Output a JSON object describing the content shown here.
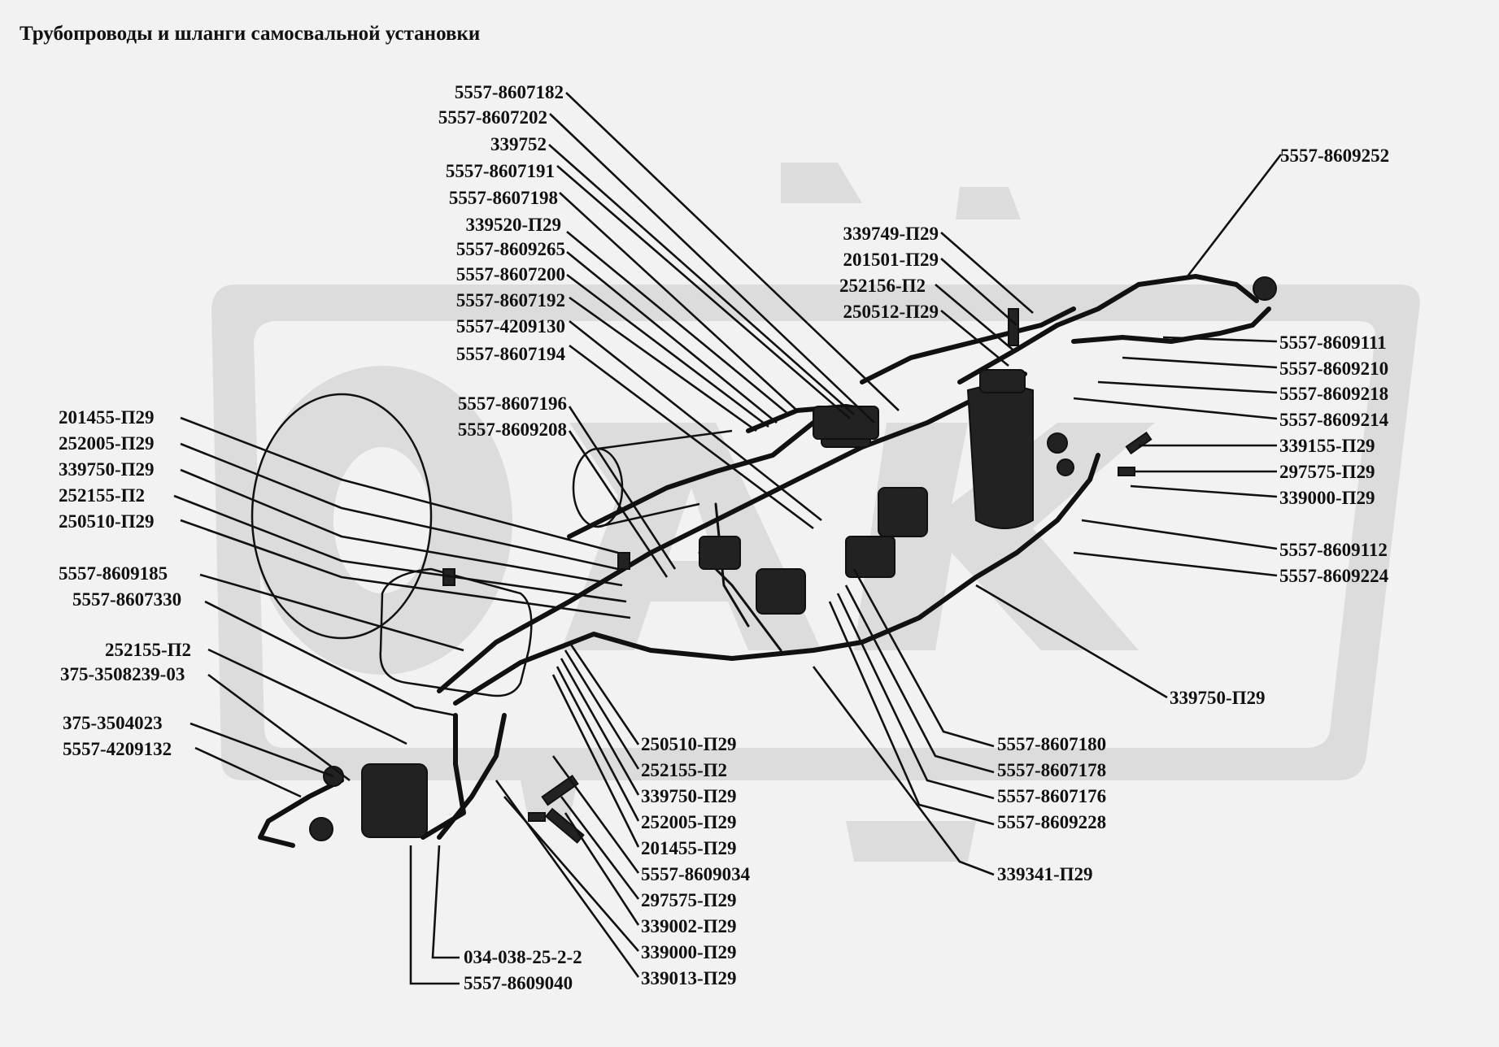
{
  "title": "Трубопроводы и шланги самосвальной установки",
  "watermark": {
    "text": "ОАК",
    "color": "#d9d9d9"
  },
  "labels": {
    "l_8607182": "5557-8607182",
    "l_8607202": "5557-8607202",
    "l_339752": "339752",
    "l_8607191": "5557-8607191",
    "l_8607198": "5557-8607198",
    "l_339520": "339520-П29",
    "l_8609265": "5557-8609265",
    "l_8607200": "5557-8607200",
    "l_8607192": "5557-8607192",
    "l_4209130": "5557-4209130",
    "l_8607194": "5557-8607194",
    "l_8607196": "5557-8607196",
    "l_8609208": "5557-8609208",
    "l_201455_a": "201455-П29",
    "l_252005_a": "252005-П29",
    "l_339750_a": "339750-П29",
    "l_252155_a": "252155-П2",
    "l_250510_a": "250510-П29",
    "l_8609185": "5557-8609185",
    "l_8607330": "5557-8607330",
    "l_252155_b": "252155-П2",
    "l_375_3508239": "375-3508239-03",
    "l_375_3504023": "375-3504023",
    "l_4209132": "5557-4209132",
    "l_8609252": "5557-8609252",
    "l_339749": "339749-П29",
    "l_201501": "201501-П29",
    "l_252156": "252156-П2",
    "l_250512": "250512-П29",
    "l_8609111": "5557-8609111",
    "l_8609210": "5557-8609210",
    "l_8609218": "5557-8609218",
    "l_8609214": "5557-8609214",
    "l_339155": "339155-П29",
    "l_297575_a": "297575-П29",
    "l_339000_a": "339000-П29",
    "l_8609112": "5557-8609112",
    "l_8609224": "5557-8609224",
    "l_339750_c": "339750-П29",
    "l_250510_b": "250510-П29",
    "l_252155_c": "252155-П2",
    "l_339750_b": "339750-П29",
    "l_252005_b": "252005-П29",
    "l_201455_b": "201455-П29",
    "l_8609034": "5557-8609034",
    "l_297575_b": "297575-П29",
    "l_339002": "339002-П29",
    "l_339000_b": "339000-П29",
    "l_339013": "339013-П29",
    "l_8607180": "5557-8607180",
    "l_8607178": "5557-8607178",
    "l_8607176": "5557-8607176",
    "l_8609228": "5557-8609228",
    "l_339341": "339341-П29",
    "l_034": "034-038-25-2-2",
    "l_8609040": "5557-8609040"
  }
}
